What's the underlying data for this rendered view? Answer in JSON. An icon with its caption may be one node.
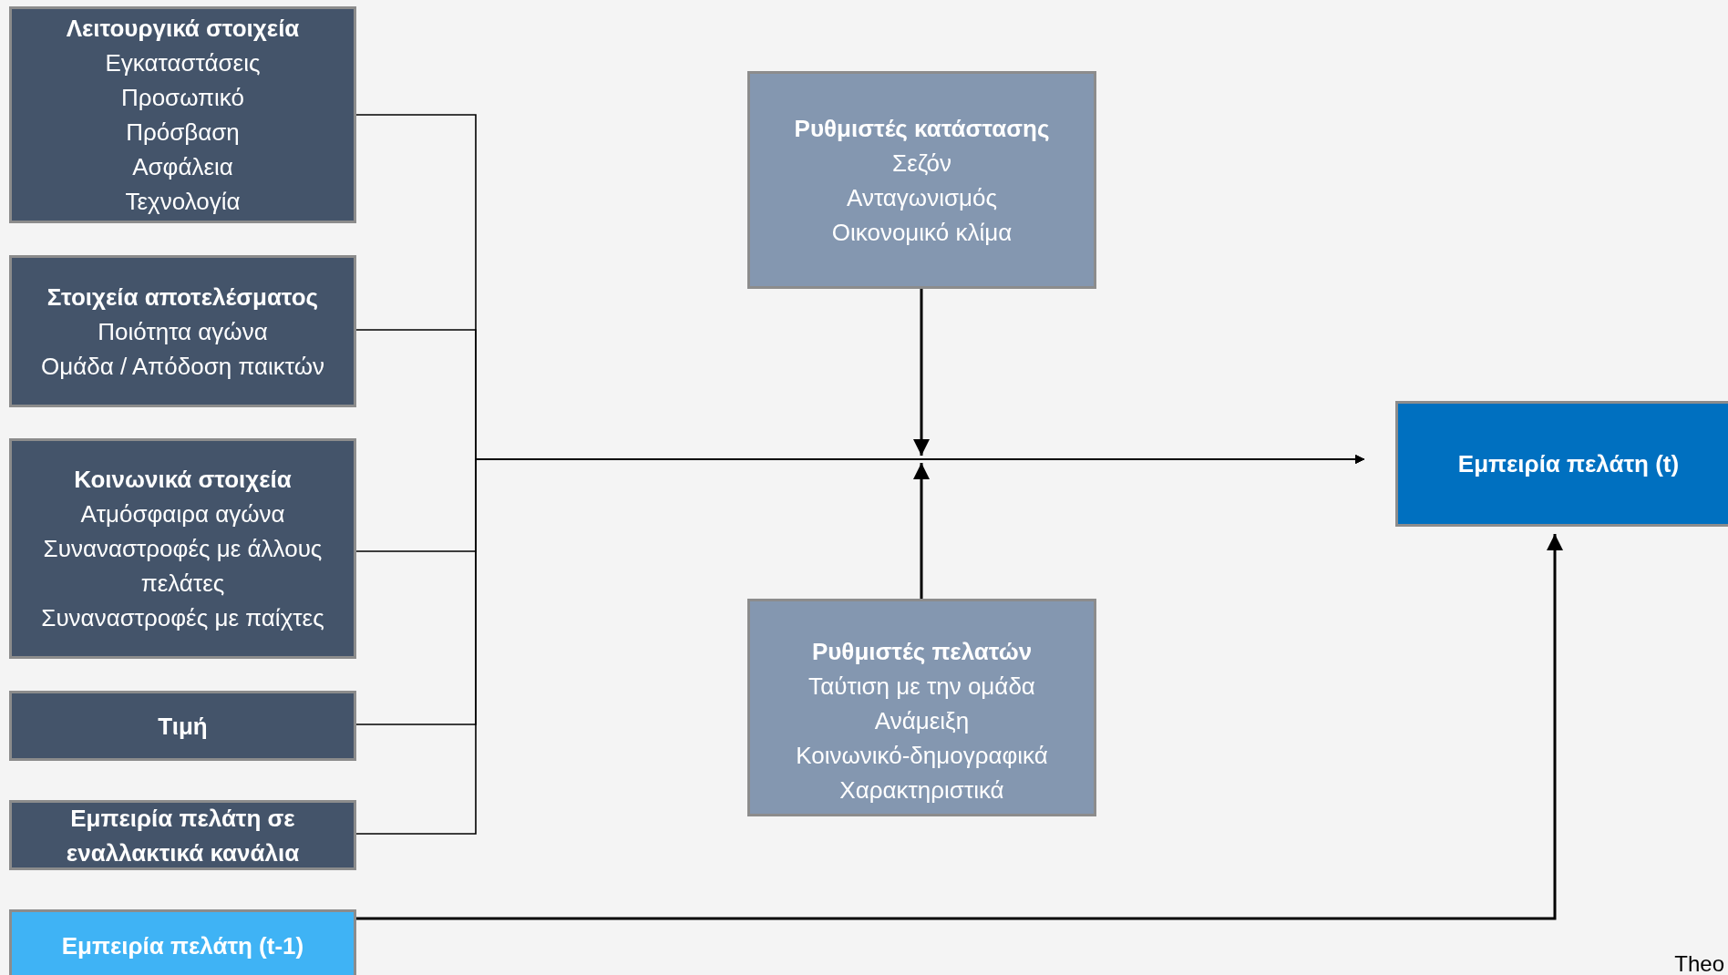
{
  "diagram": {
    "nodes": [
      {
        "text": [
          "Λειτουργικά στοιχεία",
          "Εγκαταστάσεις",
          "Προσωπικό",
          "Πρόσβαση",
          "Ασφάλεια",
          "Τεχνολογία"
        ]
      },
      {
        "text": [
          "Στοιχεία αποτελέσματος",
          "Ποιότητα αγώνα",
          "Ομάδα / Απόδοση παικτών"
        ]
      },
      {
        "text": [
          "Κοινωνικά στοιχεία",
          "Ατμόσφαιρα αγώνα",
          "Συναναστροφές με άλλους πελάτες",
          "Συναναστροφές με παίχτες"
        ]
      },
      {
        "text": [
          "Τιμή"
        ]
      },
      {
        "text": [
          "Εμπειρία πελάτη σε εναλλακτικά κανάλια"
        ]
      },
      {
        "text": [
          "Εμπειρία πελάτη (t-1)"
        ]
      },
      {
        "text": [
          "Ρυθμιστές κατάστασης",
          "Σεζόν",
          "Ανταγωνισμός",
          "Οικονομικό κλίμα"
        ]
      },
      {
        "text": [
          "Ρυθμιστές πελατών",
          "Ταύτιση με την ομάδα",
          "Ανάμειξη",
          "Κοινωνικό-δημογραφικά",
          "Χαρακτηριστικά"
        ]
      },
      {
        "text": [
          "Εμπειρία πελάτη (t)"
        ]
      }
    ],
    "edges": [
      {
        "from": 0,
        "to": 8,
        "arrow": "to"
      },
      {
        "from": 1,
        "to": 8,
        "arrow": "to"
      },
      {
        "from": 2,
        "to": 8,
        "arrow": "to"
      },
      {
        "from": 3,
        "to": 8,
        "arrow": "to"
      },
      {
        "from": 4,
        "to": 8,
        "arrow": "to"
      },
      {
        "from": 6,
        "to": null,
        "arrow": "to"
      },
      {
        "from": 7,
        "to": null,
        "arrow": "to"
      },
      {
        "from": 5,
        "to": 8,
        "arrow": "to"
      }
    ],
    "labels": [
      "Theo"
    ]
  }
}
